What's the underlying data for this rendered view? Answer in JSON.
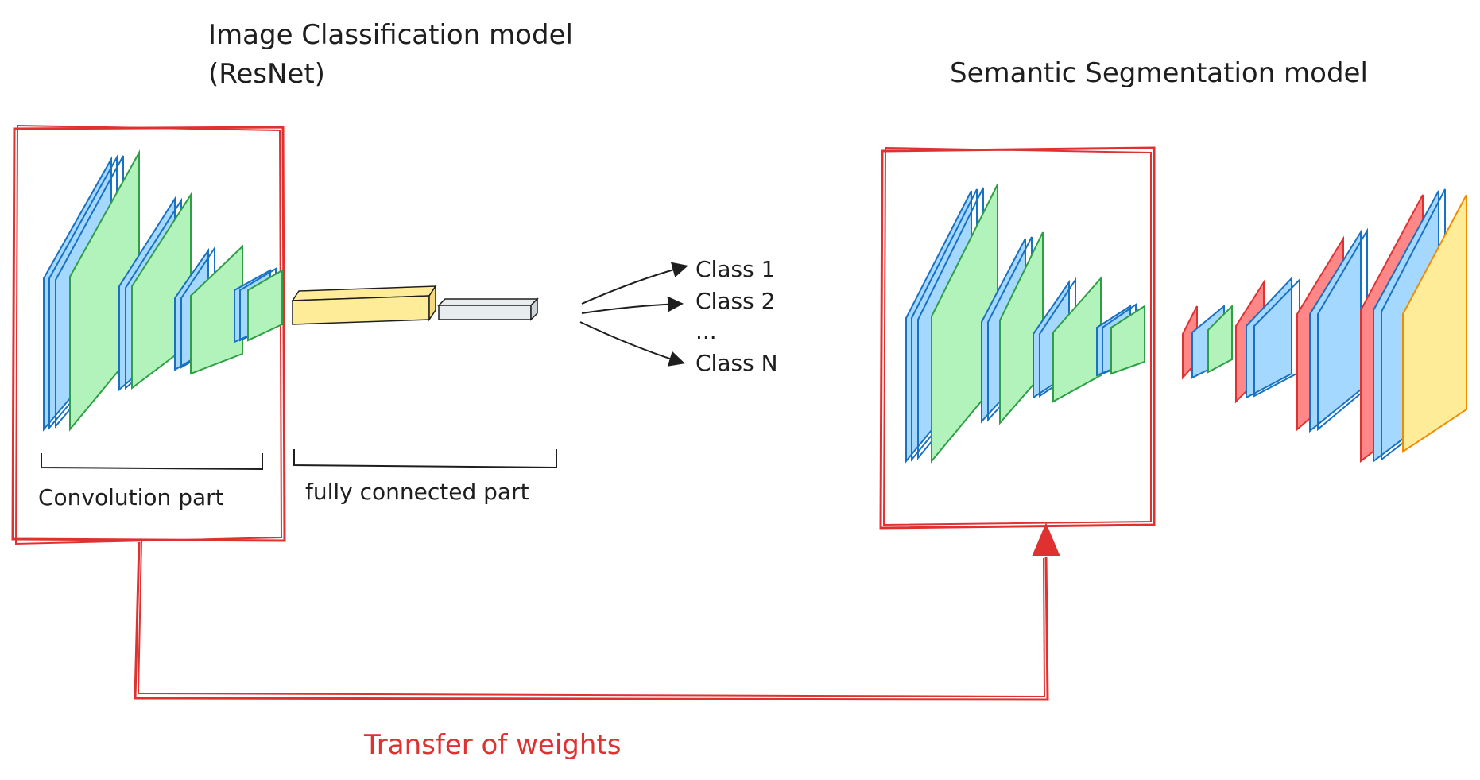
{
  "left_model": {
    "title_line1": "Image Classification model",
    "title_line2": "(ResNet)",
    "conv_label": "Convolution part",
    "fc_label": "fully connected part"
  },
  "outputs": {
    "class1": "Class 1",
    "class2": "Class 2",
    "ellipsis": "...",
    "classN": "Class N"
  },
  "right_model": {
    "title": "Semantic Segmentation model"
  },
  "transfer_label": "Transfer of weights",
  "colors": {
    "blue": "#1971c2",
    "blue_fill": "#a5d8ff",
    "green": "#2f9e44",
    "green_fill": "#b2f2bb",
    "red": "#e03131",
    "red_fill": "#ff8787",
    "yellow": "#f08c00",
    "yellow_fill": "#ffec99",
    "ink": "#1e1e1e"
  }
}
